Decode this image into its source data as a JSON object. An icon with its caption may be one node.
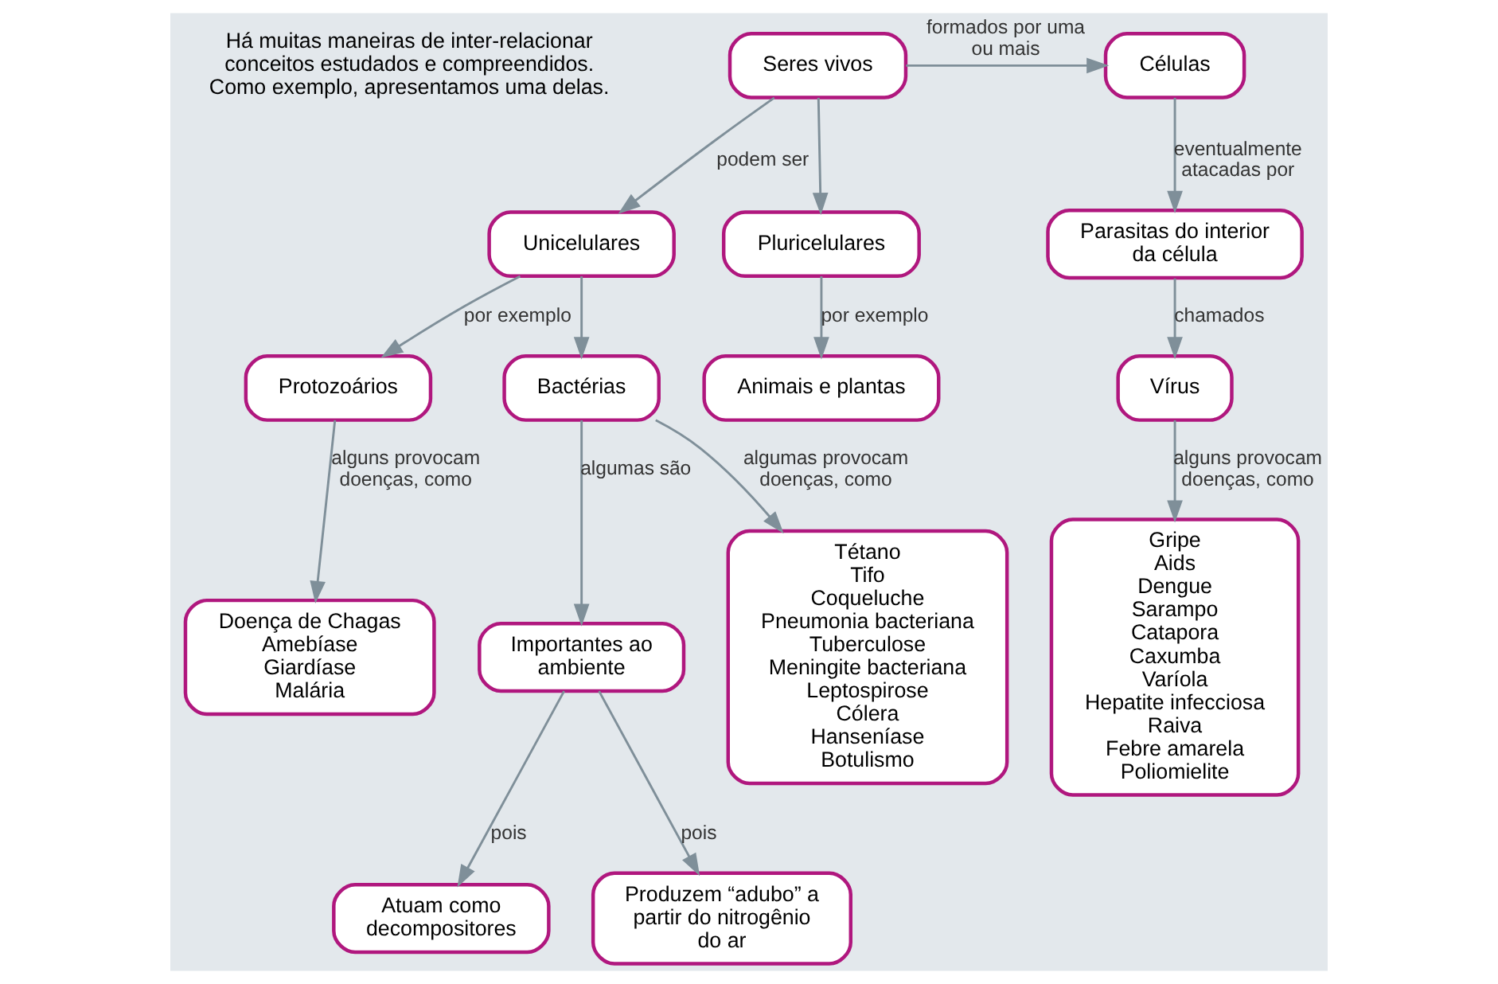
{
  "diagram": {
    "nodes": [
      {
        "text": [
          "Seres vivos"
        ]
      },
      {
        "text": [
          "Células"
        ]
      },
      {
        "text": [
          "Unicelulares"
        ]
      },
      {
        "text": [
          "Pluricelulares"
        ]
      },
      {
        "text": [
          "Parasitas do interior da célula"
        ]
      },
      {
        "text": [
          "Protozoários"
        ]
      },
      {
        "text": [
          "Bactérias"
        ]
      },
      {
        "text": [
          "Animais e plantas"
        ]
      },
      {
        "text": [
          "Vírus"
        ]
      },
      {
        "text": [
          "Importantes ao ambiente"
        ]
      },
      {
        "text": [
          "Doença de Chagas",
          "Amebíase",
          "Giardíase",
          "Malária"
        ]
      },
      {
        "text": [
          "Tétano",
          "Tifo",
          "Coqueluche",
          "Pneumonia bacteriana",
          "Tuberculose",
          "Meningite bacteriana",
          "Leptospirose",
          "Cólera",
          "Hanseníase",
          "Botulismo"
        ]
      },
      {
        "text": [
          "Atuam como decompositores"
        ]
      },
      {
        "text": [
          "Produzem “adubo” a partir do nitrogênio do ar"
        ]
      },
      {
        "text": [
          "Gripe",
          "Aids",
          "Dengue",
          "Sarampo",
          "Catapora",
          "Caxumba",
          "Varíola",
          "Hepatite infecciosa",
          "Raiva",
          "Febre amarela",
          "Poliomielite"
        ]
      }
    ],
    "edges": [
      {
        "from": 0,
        "to": 1,
        "arrow": "to",
        "label": "formados por uma ou mais"
      },
      {
        "from": 0,
        "to": 2,
        "arrow": "to",
        "label": "podem ser"
      },
      {
        "from": 0,
        "to": 3,
        "arrow": "to"
      },
      {
        "from": 1,
        "to": 4,
        "arrow": "to",
        "label": "eventualmente atacadas por"
      },
      {
        "from": 2,
        "to": 5,
        "arrow": "to",
        "label": "por exemplo"
      },
      {
        "from": 2,
        "to": 6,
        "arrow": "to"
      },
      {
        "from": 3,
        "to": 7,
        "arrow": "to",
        "label": "por exemplo"
      },
      {
        "from": 4,
        "to": 8,
        "arrow": "to",
        "label": "chamados"
      },
      {
        "from": 5,
        "to": 10,
        "arrow": "to",
        "label": "alguns provocam doenças, como"
      },
      {
        "from": 6,
        "to": 11,
        "arrow": "to",
        "label": "algumas provocam doenças, como"
      },
      {
        "from": 6,
        "to": 9,
        "arrow": "to",
        "label": "algumas são"
      },
      {
        "from": 8,
        "to": 14,
        "arrow": "to",
        "label": "alguns provocam doenças, como"
      },
      {
        "from": 9,
        "to": 12,
        "arrow": "to",
        "label": "pois"
      },
      {
        "from": 9,
        "to": 13,
        "arrow": "to",
        "label": "pois"
      }
    ],
    "labels": [
      "Há muitas maneiras de inter-relacionar conceitos estudados e compreendidos. Como exemplo, apresentamos uma delas."
    ]
  }
}
